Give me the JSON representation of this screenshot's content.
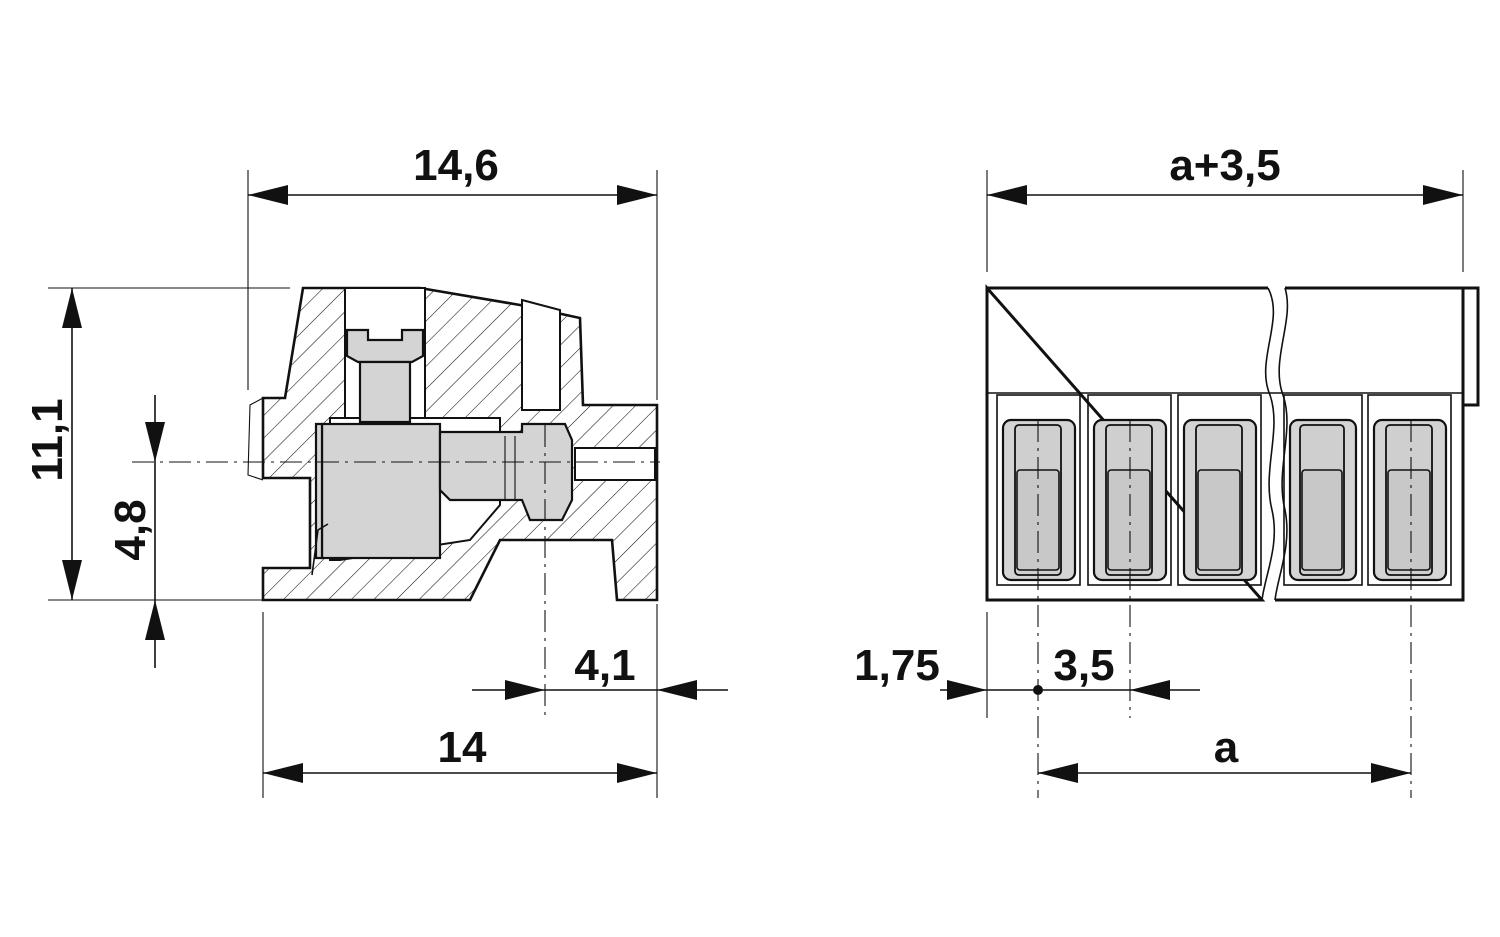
{
  "side_view": {
    "dim_overall_width": "14,6",
    "dim_height": "11,1",
    "dim_pin_height": "4,8",
    "dim_pin_offset": "4,1",
    "dim_body_width": "14"
  },
  "front_view": {
    "dim_overall_length": "a+3,5",
    "dim_edge_offset": "1,75",
    "dim_pitch": "3,5",
    "dim_span": "a"
  },
  "colors": {
    "line": "#111111",
    "part_fill": "#d4d4d4",
    "background": "#ffffff"
  }
}
